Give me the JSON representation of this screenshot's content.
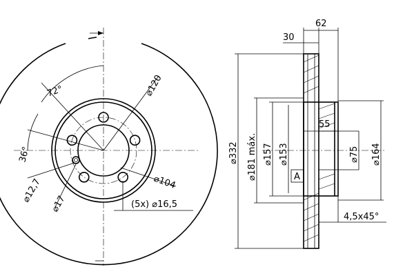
{
  "front_view": {
    "pcd": "⌀120",
    "bolt_angle": "72°",
    "vent_angle": "36°",
    "center_bore": "⌀104",
    "small_hole": "⌀12,7",
    "hole_17": "⌀17",
    "bolt_holes": "(5x) ⌀16,5"
  },
  "side_view": {
    "overall_height": "62",
    "hat_height": "30",
    "disc_diameter": "⌀332",
    "max_diameter": "⌀181 máx.",
    "hub_outer": "⌀157",
    "hub_inner": "⌀153",
    "pilot_depth": "55",
    "center_hole": "⌀75",
    "hub_face": "⌀164",
    "datum": "A",
    "chamfer": "4,5x45°"
  }
}
